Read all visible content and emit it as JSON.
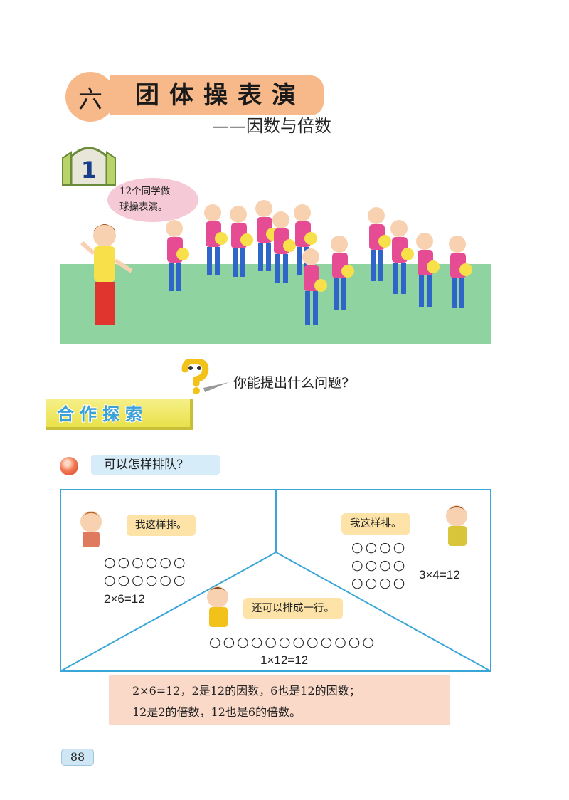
{
  "chapter": {
    "number": "六",
    "title": "团体操表演",
    "subtitle": "——因数与倍数"
  },
  "scene": {
    "badge_number": "1",
    "speech_line1": "12个同学做",
    "speech_line2": "球操表演。"
  },
  "question": "你能提出什么问题?",
  "cooperation_banner": "合作探索",
  "section_question": "可以怎样排队?",
  "arrangements": {
    "left": {
      "bubble": "我这样排。",
      "rows": [
        "○○○○○○",
        "○○○○○○"
      ],
      "equation": "2×6=12"
    },
    "right": {
      "bubble": "我这样排。",
      "rows": [
        "○○○○",
        "○○○○",
        "○○○○"
      ],
      "equation": "3×4=12"
    },
    "middle": {
      "bubble": "还可以排成一行。",
      "rows": [
        "○○○○○○○○○○○○"
      ],
      "equation": "1×12=12"
    }
  },
  "summary": {
    "line1": "2×6=12，2是12的因数，6也是12的因数；",
    "line2": "12是2的倍数，12也是6的倍数。"
  },
  "page_number": "88",
  "colors": {
    "title_band": "#f7b98a",
    "ground": "#8fd3a0",
    "diagram_border": "#3aa6d8",
    "summary_bg": "#fad9c8"
  }
}
